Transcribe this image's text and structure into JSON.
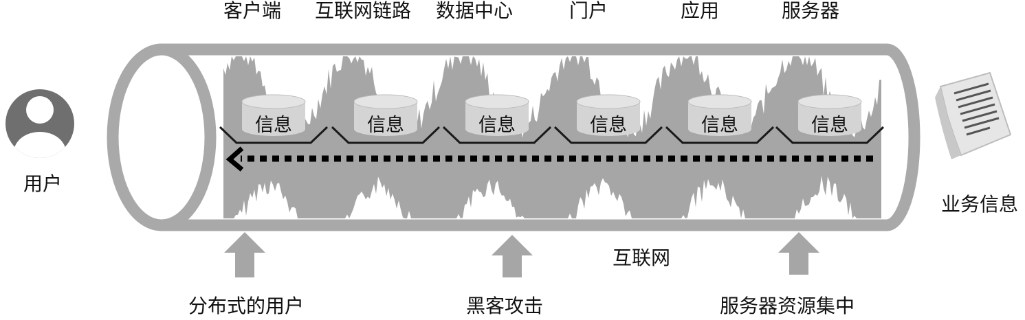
{
  "stages": [
    "客户端",
    "互联网链路",
    "数据中心",
    "门户",
    "应用",
    "服务器"
  ],
  "info_label": "信息",
  "user_label": "用户",
  "doc_label": "业务信息",
  "pipe_label": "互联网",
  "bottom_labels": [
    "分布式的用户",
    "黑客攻击",
    "服务器资源集中"
  ],
  "colors": {
    "pipe": "#a9a9a9",
    "noise": "#a6a6a6",
    "disk": "#d4d4d4",
    "arrow": "#000000",
    "stroke": "#1a1a1a"
  },
  "icons": [
    "user-icon",
    "document-icon",
    "up-arrow-icon",
    "dotted-left-arrow-icon",
    "database-icon"
  ]
}
